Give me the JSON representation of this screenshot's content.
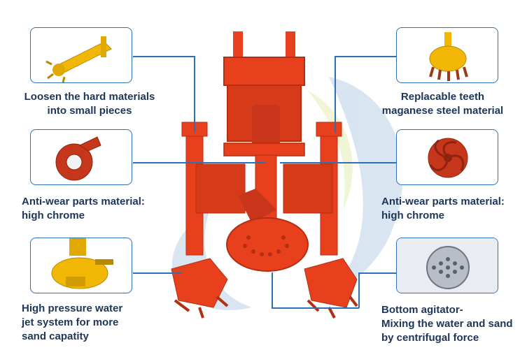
{
  "features": {
    "loosen": {
      "lines": [
        "Loosen the hard materials",
        "into small pieces"
      ],
      "icon": "cutter-head-icon"
    },
    "teeth": {
      "lines": [
        "Replacable teeth",
        "maganese steel material"
      ],
      "icon": "cutter-teeth-icon"
    },
    "antiwear_left": {
      "lines": [
        "Anti-wear parts material:",
        "high chrome"
      ],
      "icon": "pump-casing-icon"
    },
    "antiwear_right": {
      "lines": [
        "Anti-wear parts material:",
        "high chrome"
      ],
      "icon": "impeller-icon"
    },
    "jet": {
      "lines": [
        "High pressure water",
        "jet system for more",
        "sand capatity"
      ],
      "icon": "jet-pump-icon"
    },
    "agitator": {
      "lines": [
        "Bottom agitator-",
        "Mixing the water and sand",
        "by centrifugal force"
      ],
      "icon": "agitator-strainer-icon"
    }
  },
  "colors": {
    "accent": "#2f6fb3",
    "text": "#1d3557",
    "machine": "#e8401c",
    "machine_dark": "#b32e12",
    "part_yellow": "#f2b705"
  }
}
